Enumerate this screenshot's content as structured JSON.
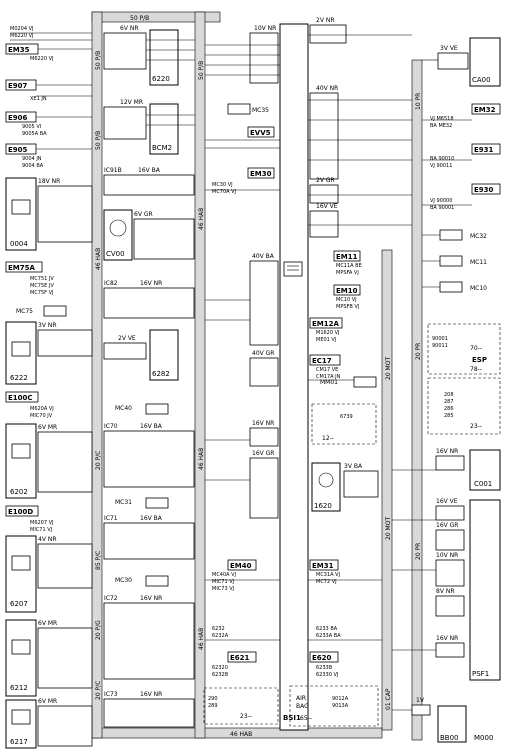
{
  "colors": {
    "bus": "#d9d9d9",
    "line": "#000000",
    "background": "#ffffff"
  },
  "bus_labels": {
    "top": "50 P/B",
    "bottom": "46 HAB",
    "left_a": "50 P/B",
    "left_b": "46 HAB",
    "left_c": "50 P/B",
    "left_d": "46 HAB",
    "left_e": "20 P/C",
    "left_f": "85 P/C",
    "left_g": "20 P/G",
    "left_h": "20 P/C",
    "right_a": "10 PR",
    "right_b": "20 PR",
    "right_c": "20 MOT",
    "right_d": "20 MOT",
    "right_e": "20 PR",
    "right_f": "01 CAP",
    "mid_a": "50 P/B",
    "mid_b": "46 HAB",
    "mid_c": "46 HAB",
    "mid_d": "46 HAB"
  },
  "central_unit": {
    "name": "BSI1"
  },
  "components": {
    "em35": "EM35",
    "e907": "E907",
    "e906": "E906",
    "e905": "E905",
    "c0004": "0004",
    "em75a": "EM75A",
    "mc75": "MC75",
    "c6222": "6222",
    "e100c": "E100C",
    "c6202": "6202",
    "e100d": "E100D",
    "c6207": "6207",
    "c6212": "6212",
    "c6217": "6217",
    "c6220": "6220",
    "bcm2": "BCM2",
    "cv00": "CV00",
    "c6282": "6282",
    "mc40": "MC40",
    "mc31": "MC31",
    "mc30": "MC30",
    "mc35": "MC35",
    "evv5": "EVV5",
    "em30": "EM30",
    "em40": "EM40",
    "em31": "EM31",
    "e621": "E621",
    "e620": "E620",
    "ca00": "CA00",
    "em32": "EM32",
    "e931": "E931",
    "e930": "E930",
    "mc32": "MC32",
    "em11": "EM11",
    "mc11": "MC11",
    "em10": "EM10",
    "mc10": "MC10",
    "em12a": "EM12A",
    "ec17": "EC17",
    "mm01": "MM01",
    "c1620": "1620",
    "c0001": "C001",
    "psf1": "PSF1",
    "bb00": "BB00",
    "m000": "M000"
  },
  "connectors": {
    "c6v_nr_a": "6V NR",
    "c12v_mr": "12V MR",
    "ic91b": "IC91B",
    "c16v_ba_a": "16V BA",
    "c18v_nr": "18V NR",
    "c6v_gr": "6V GR",
    "c40v_ba": "40V BA",
    "ic82": "IC82",
    "c16v_nr_a": "16V NR",
    "c3v_nr_a": "3V NR",
    "c2v_ve": "2V VE",
    "c40v_gr": "40V GR",
    "ic70": "IC70",
    "c16v_ba_b": "16V BA",
    "c6v_mr_a": "6V MR",
    "c16v_nr_b": "16V NR",
    "c16v_gr": "16V GR",
    "ic71": "IC71",
    "c16v_ba_c": "16V BA",
    "c4v_nr": "4V NR",
    "ic72": "IC72",
    "c16v_nr_c": "16V NR",
    "c6v_mr_b": "6V MR",
    "ic73": "IC73",
    "c16v_nr_d": "16V NR",
    "c6v_mr_c": "6V MR",
    "c10v_nr": "10V NR",
    "c40v_nr": "40V NR",
    "c2v_nr": "2V NR",
    "c3v_ve": "3V VE",
    "c2v_gr": "2V GR",
    "c16v_ve": "16V VE",
    "c3v_ba": "3V BA",
    "c16v_nr_e": "16V NR",
    "c16v_ve_b": "16V VE",
    "c16v_gr_b": "16V GR",
    "c10v_nr_b": "10V NR",
    "c8v_nr": "8V NR",
    "c16v_nr_f": "16V NR",
    "c1v": "1V"
  },
  "right_refs": {
    "esp_a": "90001",
    "esp_b": "90011",
    "esp_c": "70--",
    "esp_d": "ESP",
    "esp_e": "78--",
    "ref_208": "208",
    "ref_287": "287",
    "ref_286": "286",
    "ref_285": "285",
    "ref_23a": "23--",
    "ref_12": "12--",
    "ref_6739": "6739",
    "ref_23b": "23--",
    "ref_65": "65--",
    "airbag_a": "AIR",
    "airbag_b": "BAG"
  },
  "wires": {
    "w_m0204": "M0204 VJ",
    "w_m6220": "M6220 VJ",
    "w_m6220b": "M6220 VJ",
    "w_xe1": "XE1 JN",
    "w_9005": "9005 VI",
    "w_9005a": "9005A BA",
    "w_9004": "9004 JN",
    "w_9004a": "9004 BA",
    "w_mc751": "MC751 JV",
    "w_mc75e": "MC75E JV",
    "w_mc75f": "MC75F VJ",
    "w_m620a": "M620A VJ",
    "w_mic70": "MIC70 JV",
    "w_m6207": "M6207 VJ",
    "w_mic71": "MIC71 VJ",
    "w_mc30": "MC30 VJ",
    "w_mc40a": "MC40A VJ",
    "w_mic71b": "MIC71 VJ",
    "w_mic73": "MIC73 VJ",
    "w_mc31a": "MC31A VJ",
    "w_mc70a": "MC70A VJ",
    "w_mc72": "MC72 VJ",
    "w_6232": "6232",
    "w_6232a": "6232A",
    "w_6232b": "6233 BA",
    "w_6233a": "6233A BA",
    "w_62320": "62320",
    "w_62328": "6232B",
    "w_62330": "62330",
    "w_62338": "6233B",
    "w_62330b": "62330 VJ",
    "w_mc11a": "MC11A BE",
    "w_mpsfa": "MPSFA VJ",
    "w_mc10": "MC10 VJ",
    "w_mpsfb": "MPSFB VJ",
    "w_m1620": "M1620 VJ",
    "w_me01": "ME01 VJ",
    "w_cm17": "CM17 VE",
    "w_cm17a": "CM17A JN",
    "w_m6518": "VJ M6518",
    "w_me32": "BA ME32",
    "w_90010": "BA 90010",
    "w_90011": "VJ 90011",
    "w_90000": "VJ 90000",
    "w_90001": "BA 90001",
    "w_9012a": "9012A",
    "w_9013a": "9013A",
    "w_290": "290",
    "w_289": "289"
  }
}
